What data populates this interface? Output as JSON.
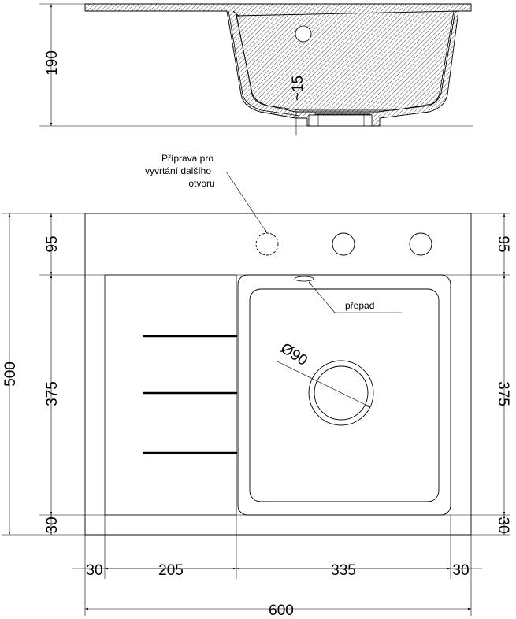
{
  "section_view": {
    "depth_label": "190",
    "wall_label": "~15"
  },
  "plan_view": {
    "annotations": {
      "optional_hole_line1": "Příprava pro",
      "optional_hole_line2": "vyvrtání dalšího",
      "optional_hole_line3": "otvoru",
      "overflow": "přepad",
      "drain_diameter": "Ø90"
    },
    "left_dimensions": {
      "total": "500",
      "top": "95",
      "middle": "375",
      "bottom": "30"
    },
    "right_dimensions": {
      "top": "95",
      "middle": "375",
      "bottom": "30"
    },
    "bottom_dimensions": {
      "left_margin": "30",
      "drainboard": "205",
      "bowl": "335",
      "right_margin": "30",
      "total": "600"
    }
  }
}
